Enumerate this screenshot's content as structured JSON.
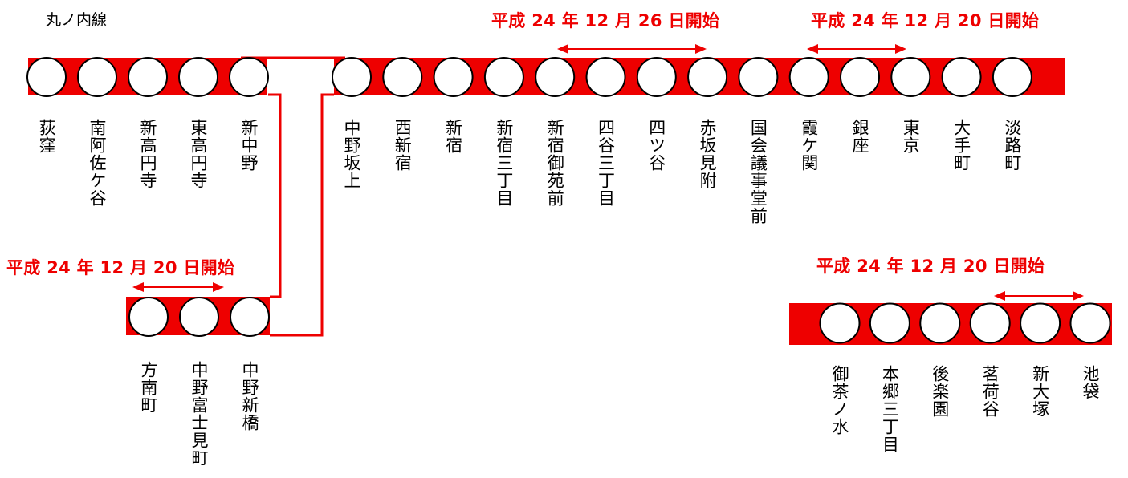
{
  "line_name": "丸ノ内線",
  "line_color": "#ee0000",
  "announcements": {
    "yotsuya_akasaka": "平成 24 年 12 月 26 日開始",
    "kasumigaseki_tokyo": "平成 24 年 12 月 20 日開始",
    "honancho_branch": "平成 24 年 12 月 20 日開始",
    "ikebukuro_section": "平成 24 年 12 月 20 日開始"
  },
  "main_top_stations": [
    "荻窪",
    "南阿佐ケ谷",
    "新高円寺",
    "東高円寺",
    "新中野"
  ],
  "main_middle_stations": [
    "中野坂上",
    "西新宿",
    "新宿",
    "新宿三丁目",
    "新宿御苑前",
    "四谷三丁目",
    "四ツ谷",
    "赤坂見附",
    "国会議事堂前",
    "霞ケ関",
    "銀座",
    "東京",
    "大手町",
    "淡路町"
  ],
  "branch_stations": [
    "方南町",
    "中野富士見町",
    "中野新橋"
  ],
  "ikebukuro_stations": [
    "御茶ノ水",
    "本郷三丁目",
    "後楽園",
    "茗荷谷",
    "新大塚",
    "池袋"
  ]
}
